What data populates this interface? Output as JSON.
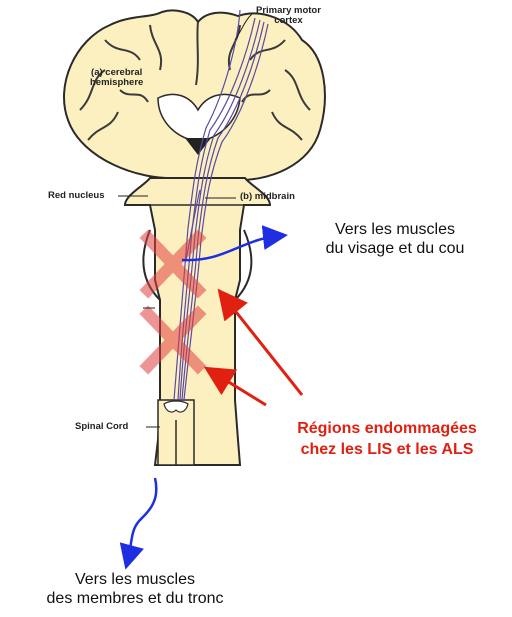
{
  "labels": {
    "primary_motor_cortex": "Primary motor\ncortex",
    "cerebral_hemisphere": "(a) cerebral\nhemisphere",
    "red_nucleus": "Red nucleus",
    "midbrain": "(b) midbrain",
    "spinal_cord": "Spinal Cord"
  },
  "annotations": {
    "face_muscles": "Vers les muscles\ndu visage et du cou",
    "body_muscles": "Vers les muscles\ndes membres et du tronc",
    "damaged_regions": "Régions endommagées\nchez les LIS et les ALS"
  },
  "colors": {
    "brain_fill": "#fdf0c0",
    "outline": "#2a2a2a",
    "tract": "#5a4aa0",
    "damage_fill": "#f08080",
    "damage_stroke": "#e04040",
    "blue_arrow": "#1e2ee0",
    "red_arrow": "#e02010"
  }
}
